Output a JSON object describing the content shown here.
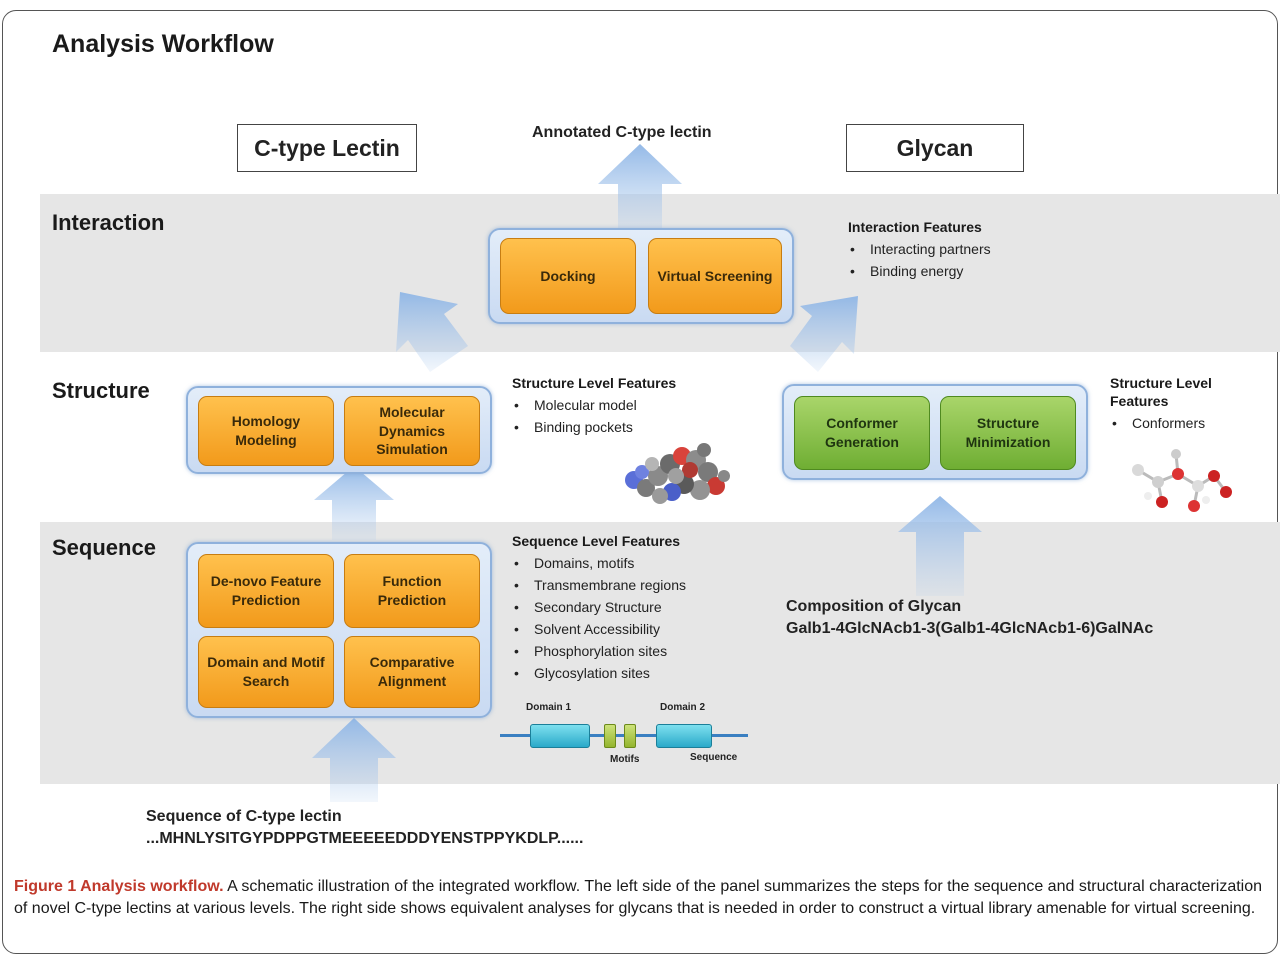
{
  "title": "Analysis Workflow",
  "top_boxes": {
    "left": "C-type Lectin",
    "right": "Glycan",
    "center_label": "Annotated C-type lectin"
  },
  "bands": {
    "interaction": "Interaction",
    "structure": "Structure",
    "sequence": "Sequence"
  },
  "interaction": {
    "boxes": [
      "Docking",
      "Virtual Screening"
    ],
    "features_title": "Interaction Features",
    "features": [
      "Interacting partners",
      "Binding energy"
    ]
  },
  "structure_left": {
    "boxes": [
      "Homology Modeling",
      "Molecular Dynamics Simulation"
    ],
    "features_title": "Structure Level Features",
    "features": [
      "Molecular model",
      "Binding pockets"
    ]
  },
  "structure_right": {
    "boxes": [
      "Conformer Generation",
      "Structure Minimization"
    ],
    "features_title": "Structure Level Features",
    "features": [
      "Conformers"
    ]
  },
  "sequence_left": {
    "boxes": [
      "De-novo Feature Prediction",
      "Function Prediction",
      "Domain and Motif Search",
      "Comparative Alignment"
    ],
    "features_title": "Sequence Level Features",
    "features": [
      "Domains, motifs",
      "Transmembrane regions",
      "Secondary Structure",
      "Solvent Accessibility",
      "Phosphorylation sites",
      "Glycosylation sites"
    ]
  },
  "domain_diagram": {
    "domain1": "Domain 1",
    "domain2": "Domain 2",
    "motifs": "Motifs",
    "sequence": "Sequence"
  },
  "glycan_composition": {
    "title": "Composition of Glycan",
    "formula": "Galb1-4GlcNAcb1-3(Galb1-4GlcNAcb1-6)GalNAc"
  },
  "lectin_sequence": {
    "title": "Sequence of C-type lectin",
    "value": "...MHNLYSITGYPDPPGTMEEEEEDDDYENSTPPYKDLP......"
  },
  "caption": {
    "label": "Figure 1 Analysis workflow.",
    "text": "A schematic illustration of the integrated workflow. The left side of the panel summarizes the steps for the sequence and structural characterization of novel C-type lectins at various levels. The right side shows equivalent analyses for glycans that is needed in order to construct a virtual library amenable for virtual screening."
  },
  "colors": {
    "band": "#e6e6e6",
    "orange": "#f5a623",
    "green": "#7cb342",
    "arrow": "#a9c8ec",
    "caption_label": "#c0392b"
  }
}
